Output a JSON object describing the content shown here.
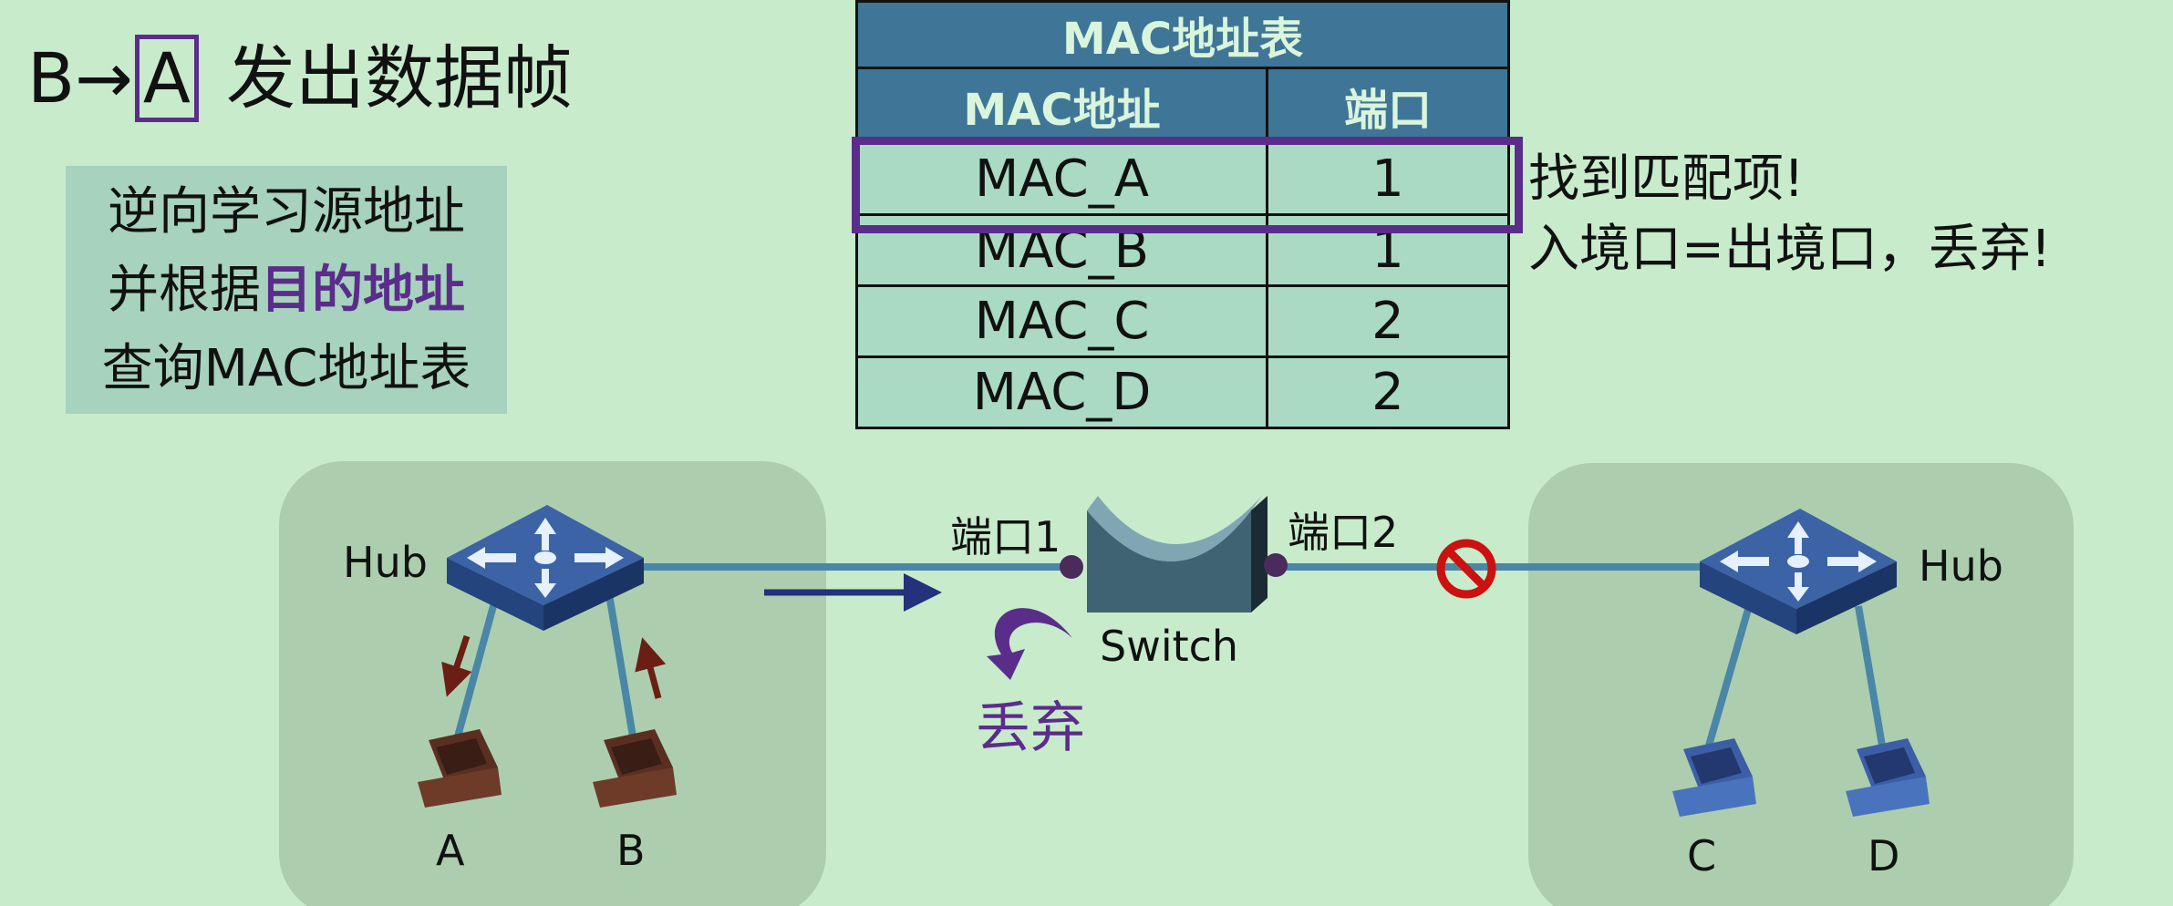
{
  "title": {
    "prefix": "B→",
    "boxed": "A",
    "suffix": " 发出数据帧"
  },
  "info_box": {
    "line1": "逆向学习源地址",
    "line2_plain": "并根据",
    "line2_highlight": "目的地址",
    "line3": "查询MAC地址表"
  },
  "mac_table": {
    "caption": "MAC地址表",
    "headers": [
      "MAC地址",
      "端口"
    ],
    "rows": [
      {
        "mac": "MAC_A",
        "port": "1"
      },
      {
        "mac": "MAC_B",
        "port": "1"
      },
      {
        "mac": "MAC_C",
        "port": "2"
      },
      {
        "mac": "MAC_D",
        "port": "2"
      }
    ]
  },
  "match_note": {
    "line1": "找到匹配项!",
    "line2": "入境口=出境口，丢弃!"
  },
  "network": {
    "left_hub_label": "Hub",
    "right_hub_label": "Hub",
    "switch_label": "Switch",
    "port1_label": "端口1",
    "port2_label": "端口2",
    "discard_label": "丢弃",
    "hosts": [
      "A",
      "B",
      "C",
      "D"
    ]
  },
  "colors": {
    "background": "#c8ebcc",
    "accent": "#5b2d8a",
    "table_header": "#3f7597",
    "table_cell": "#abdac4",
    "block_sign": "#cc1111"
  }
}
